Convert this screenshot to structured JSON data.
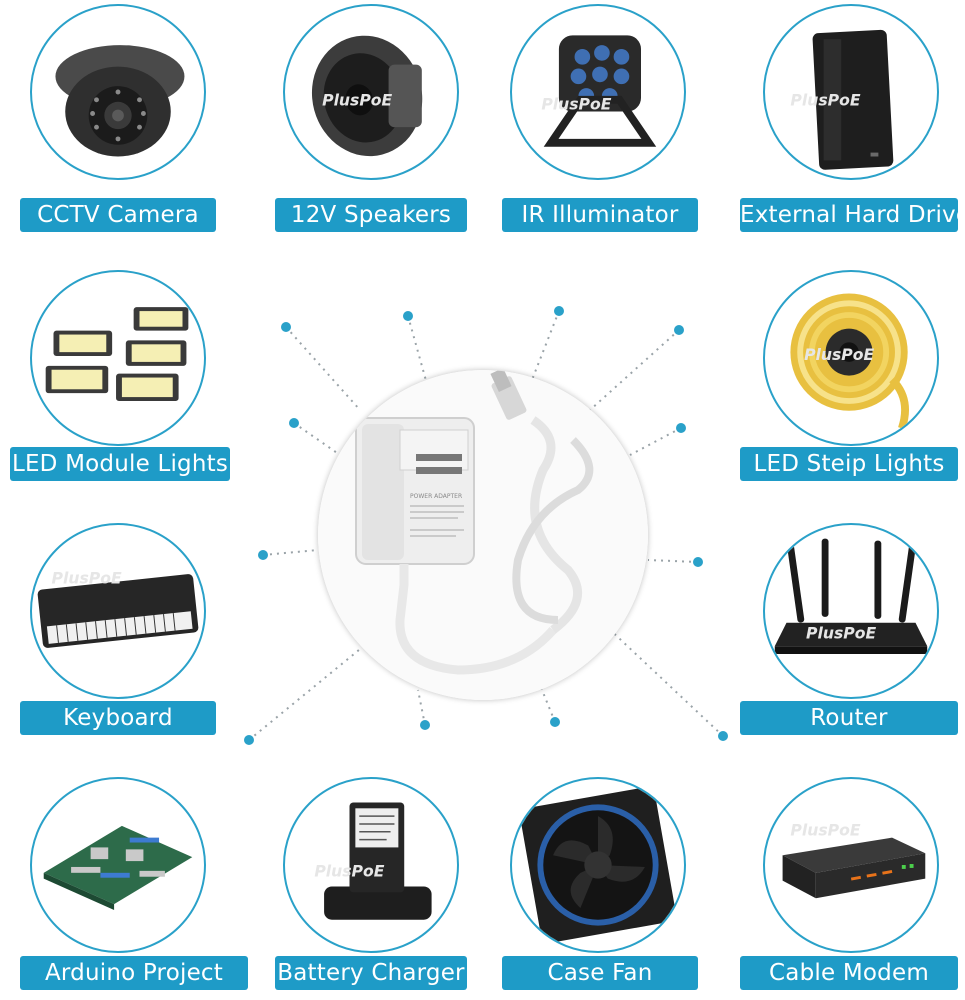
{
  "items": [
    {
      "label": "CCTV Camera",
      "icon": "cctv-camera-icon"
    },
    {
      "label": "12V Speakers",
      "icon": "speaker-icon"
    },
    {
      "label": "IR Illuminator",
      "icon": "ir-illuminator-icon"
    },
    {
      "label": "External Hard Drive",
      "icon": "hard-drive-icon"
    },
    {
      "label": "LED Module Lights",
      "icon": "led-module-icon"
    },
    {
      "label": "LED Steip Lights",
      "icon": "led-strip-icon"
    },
    {
      "label": "Keyboard",
      "icon": "keyboard-icon"
    },
    {
      "label": "Router",
      "icon": "router-icon"
    },
    {
      "label": "Arduino Project",
      "icon": "circuit-board-icon"
    },
    {
      "label": "Battery Charger",
      "icon": "battery-charger-icon"
    },
    {
      "label": "Case Fan",
      "icon": "case-fan-icon"
    },
    {
      "label": "Cable Modem",
      "icon": "cable-modem-icon"
    }
  ],
  "watermark": "PlusPoE",
  "adapter": {
    "icon": "power-adapter-icon",
    "label_text": "POWER ADAPTER"
  },
  "colors": {
    "accent": "#1e9bc7",
    "dot": "#2aa1c9"
  }
}
